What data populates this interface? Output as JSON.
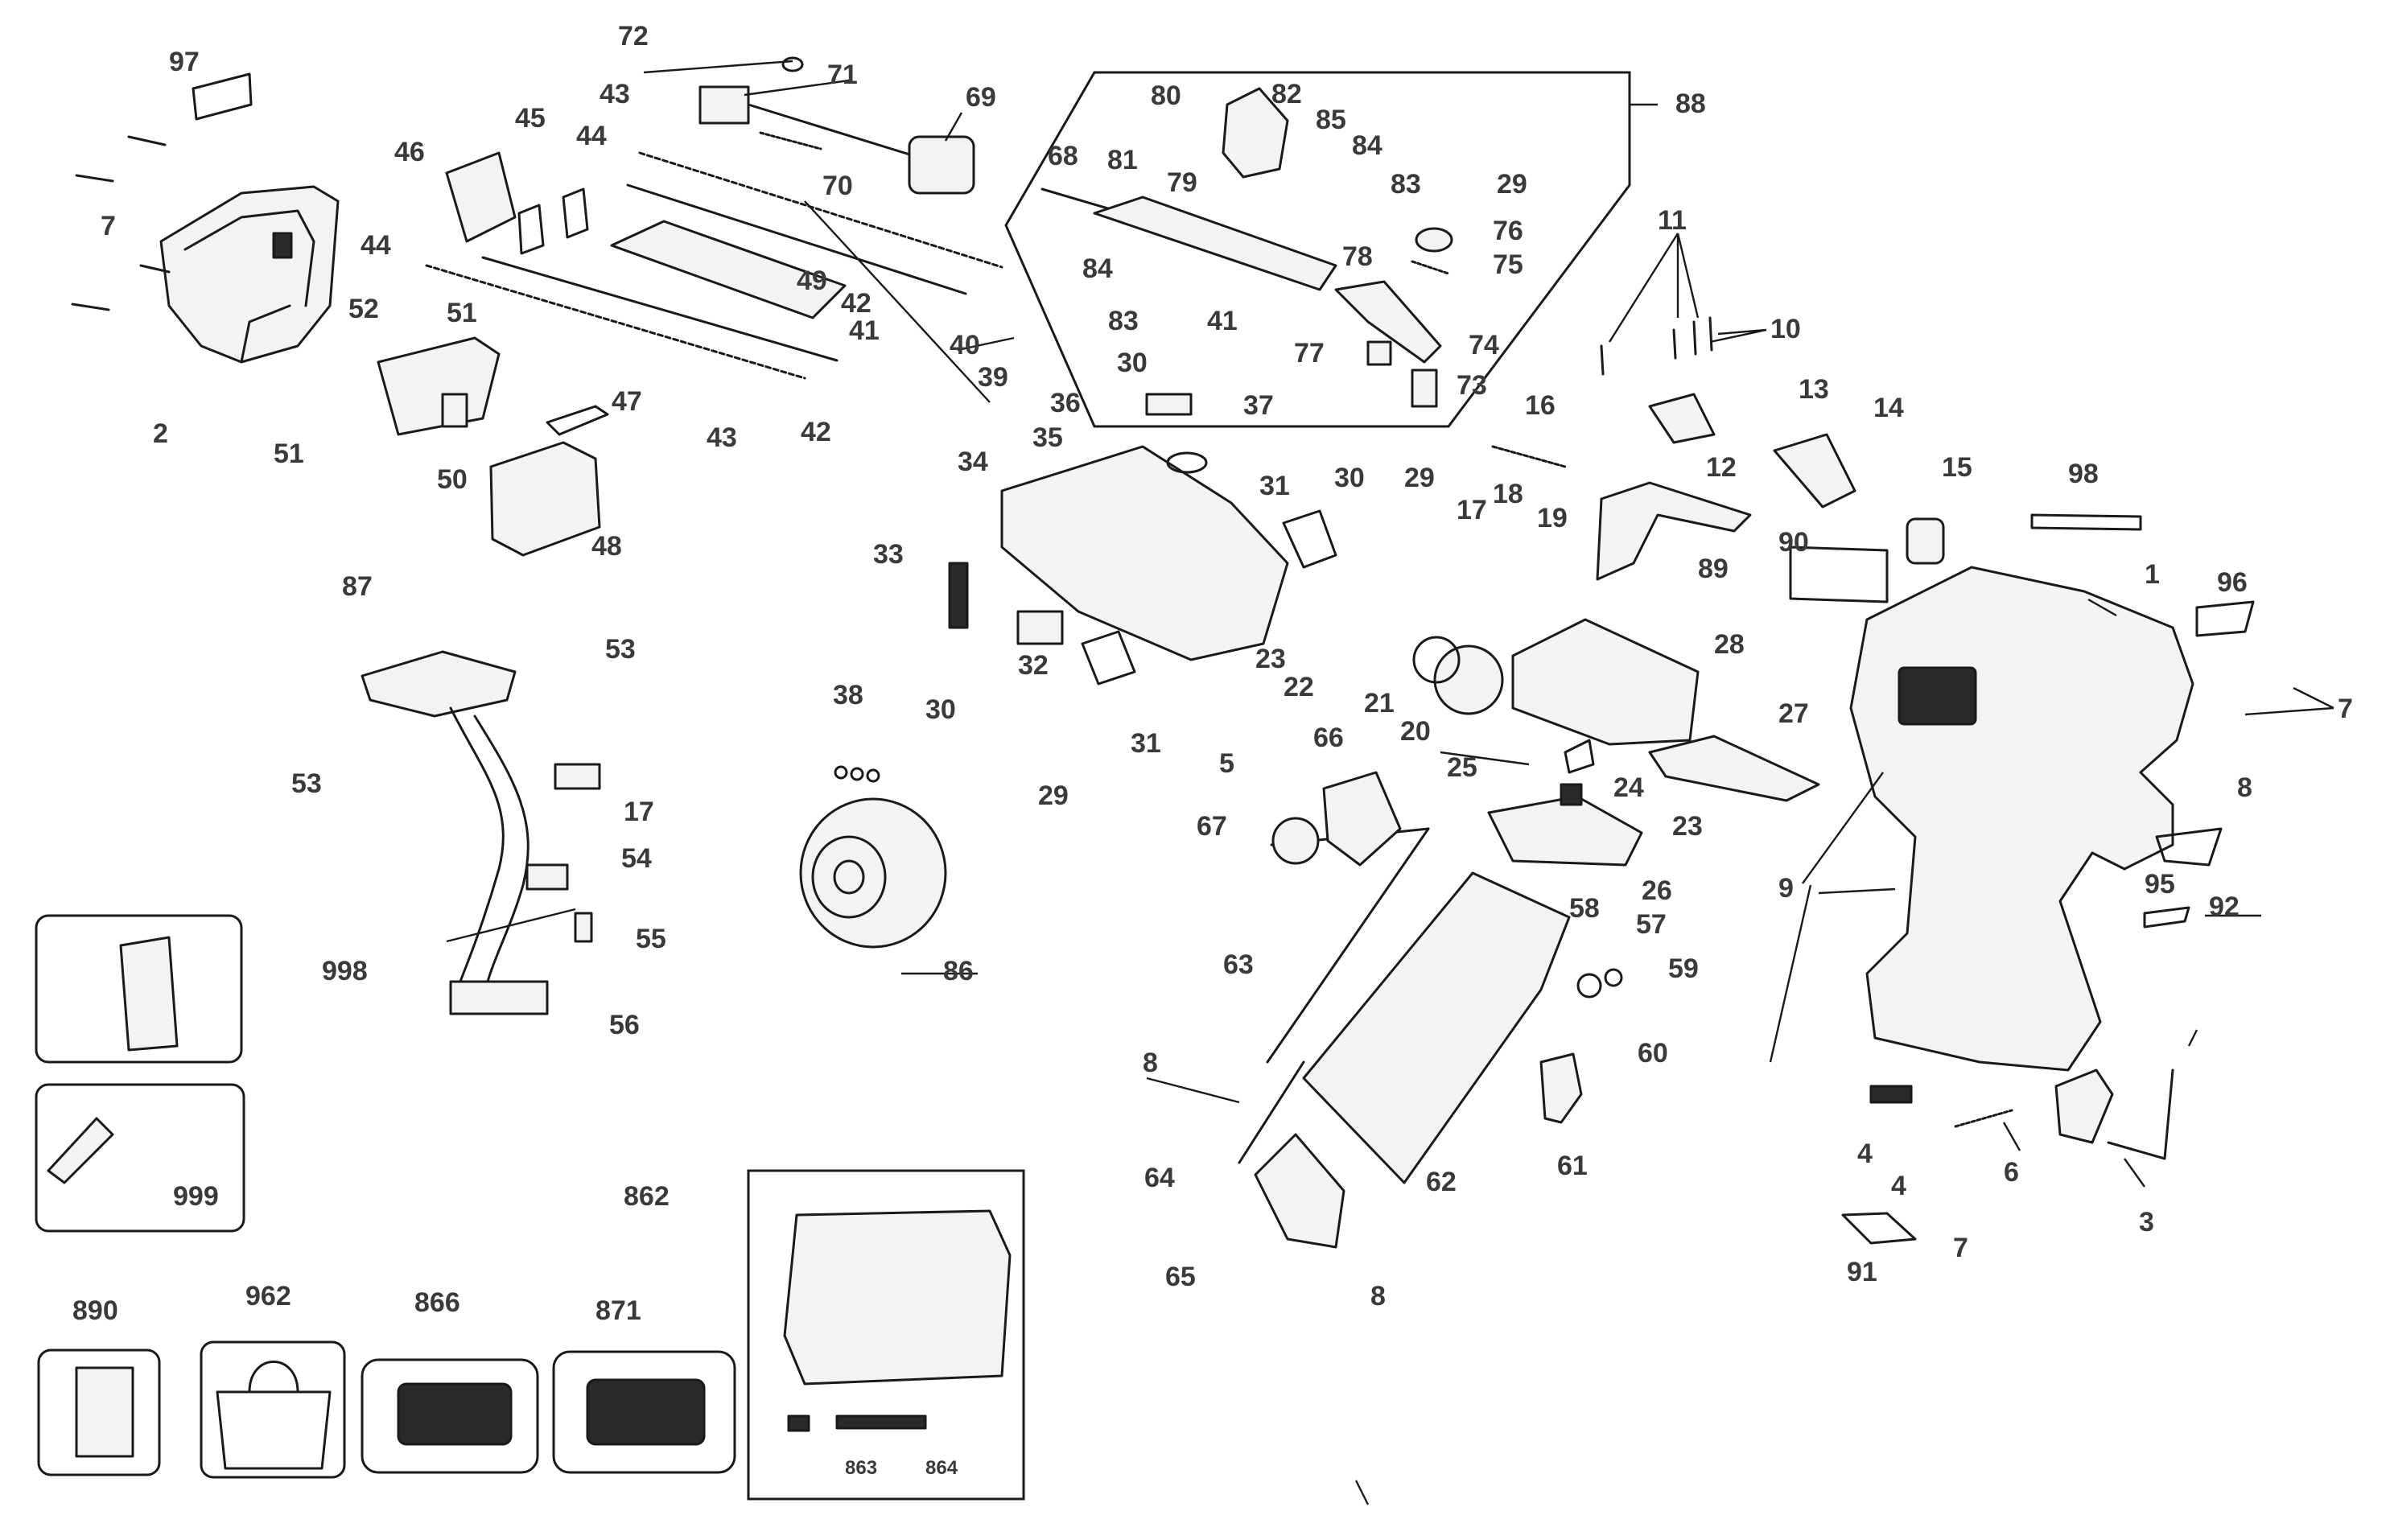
{
  "callouts": {
    "c1": "1",
    "c2": "2",
    "c3": "3",
    "c4a": "4",
    "c4b": "4",
    "c5": "5",
    "c6": "6",
    "c7a": "7",
    "c7b": "7",
    "c7c": "7",
    "c8a": "8",
    "c8b": "8",
    "c8c": "8",
    "c9": "9",
    "c10": "10",
    "c11": "11",
    "c12": "12",
    "c13": "13",
    "c14": "14",
    "c15": "15",
    "c16": "16",
    "c17a": "17",
    "c17b": "17",
    "c18": "18",
    "c19": "19",
    "c20": "20",
    "c21": "21",
    "c22": "22",
    "c23a": "23",
    "c23b": "23",
    "c24": "24",
    "c25": "25",
    "c26": "26",
    "c27": "27",
    "c28": "28",
    "c29a": "29",
    "c29b": "29",
    "c29c": "29",
    "c30a": "30",
    "c30b": "30",
    "c30c": "30",
    "c31a": "31",
    "c31b": "31",
    "c32": "32",
    "c33": "33",
    "c34": "34",
    "c35": "35",
    "c36": "36",
    "c37": "37",
    "c38": "38",
    "c39": "39",
    "c40": "40",
    "c41a": "41",
    "c41b": "41",
    "c42a": "42",
    "c42b": "42",
    "c43a": "43",
    "c43b": "43",
    "c44a": "44",
    "c44b": "44",
    "c45": "45",
    "c46": "46",
    "c47": "47",
    "c48": "48",
    "c49": "49",
    "c50": "50",
    "c51a": "51",
    "c51b": "51",
    "c52": "52",
    "c53a": "53",
    "c53b": "53",
    "c54": "54",
    "c55": "55",
    "c56": "56",
    "c57": "57",
    "c58": "58",
    "c59": "59",
    "c60": "60",
    "c61": "61",
    "c62": "62",
    "c63": "63",
    "c64": "64",
    "c65": "65",
    "c66": "66",
    "c67": "67",
    "c68": "68",
    "c69": "69",
    "c70": "70",
    "c71": "71",
    "c72": "72",
    "c73": "73",
    "c74": "74",
    "c75": "75",
    "c76": "76",
    "c77": "77",
    "c78": "78",
    "c79": "79",
    "c80": "80",
    "c81": "81",
    "c82": "82",
    "c83a": "83",
    "c83b": "83",
    "c84a": "84",
    "c84b": "84",
    "c85": "85",
    "c86": "86",
    "c87": "87",
    "c88": "88",
    "c89": "89",
    "c90": "90",
    "c91": "91",
    "c92": "92",
    "c95": "95",
    "c96": "96",
    "c97": "97",
    "c98": "98",
    "c998": "998",
    "c999": "999",
    "c862": "862",
    "c863": "863",
    "c864": "864",
    "c866": "866",
    "c871": "871",
    "c890": "890",
    "c962": "962"
  },
  "colors": {
    "line": "#1a1a1a",
    "label": "#3a3a3a",
    "background": "#ffffff"
  }
}
